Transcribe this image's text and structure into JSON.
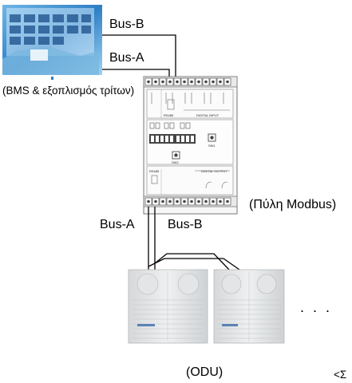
{
  "labels": {
    "bus_b_top": "Bus-B",
    "bus_a_top": "Bus-A",
    "bms_caption": "(BMS & εξοπλισμός τρίτων)",
    "gateway_caption": "(Πύλη Modbus)",
    "bus_a_bottom": "Bus-A",
    "bus_b_bottom": "Bus-B",
    "odu_caption": "(ODU)",
    "ellipsis": ". . .",
    "cut_caption": "<Σ"
  },
  "device_text": {
    "rs485_top": "RS485",
    "digital_input": "DIGITAL INPUT",
    "rs485_bottom": "RS485",
    "digital_output": "DIGITAL OUTPUT",
    "sw1": "SW1",
    "sw2": "SW2"
  },
  "icons": [
    "bms-monitor-photo",
    "modbus-gateway-device",
    "odu-unit"
  ]
}
